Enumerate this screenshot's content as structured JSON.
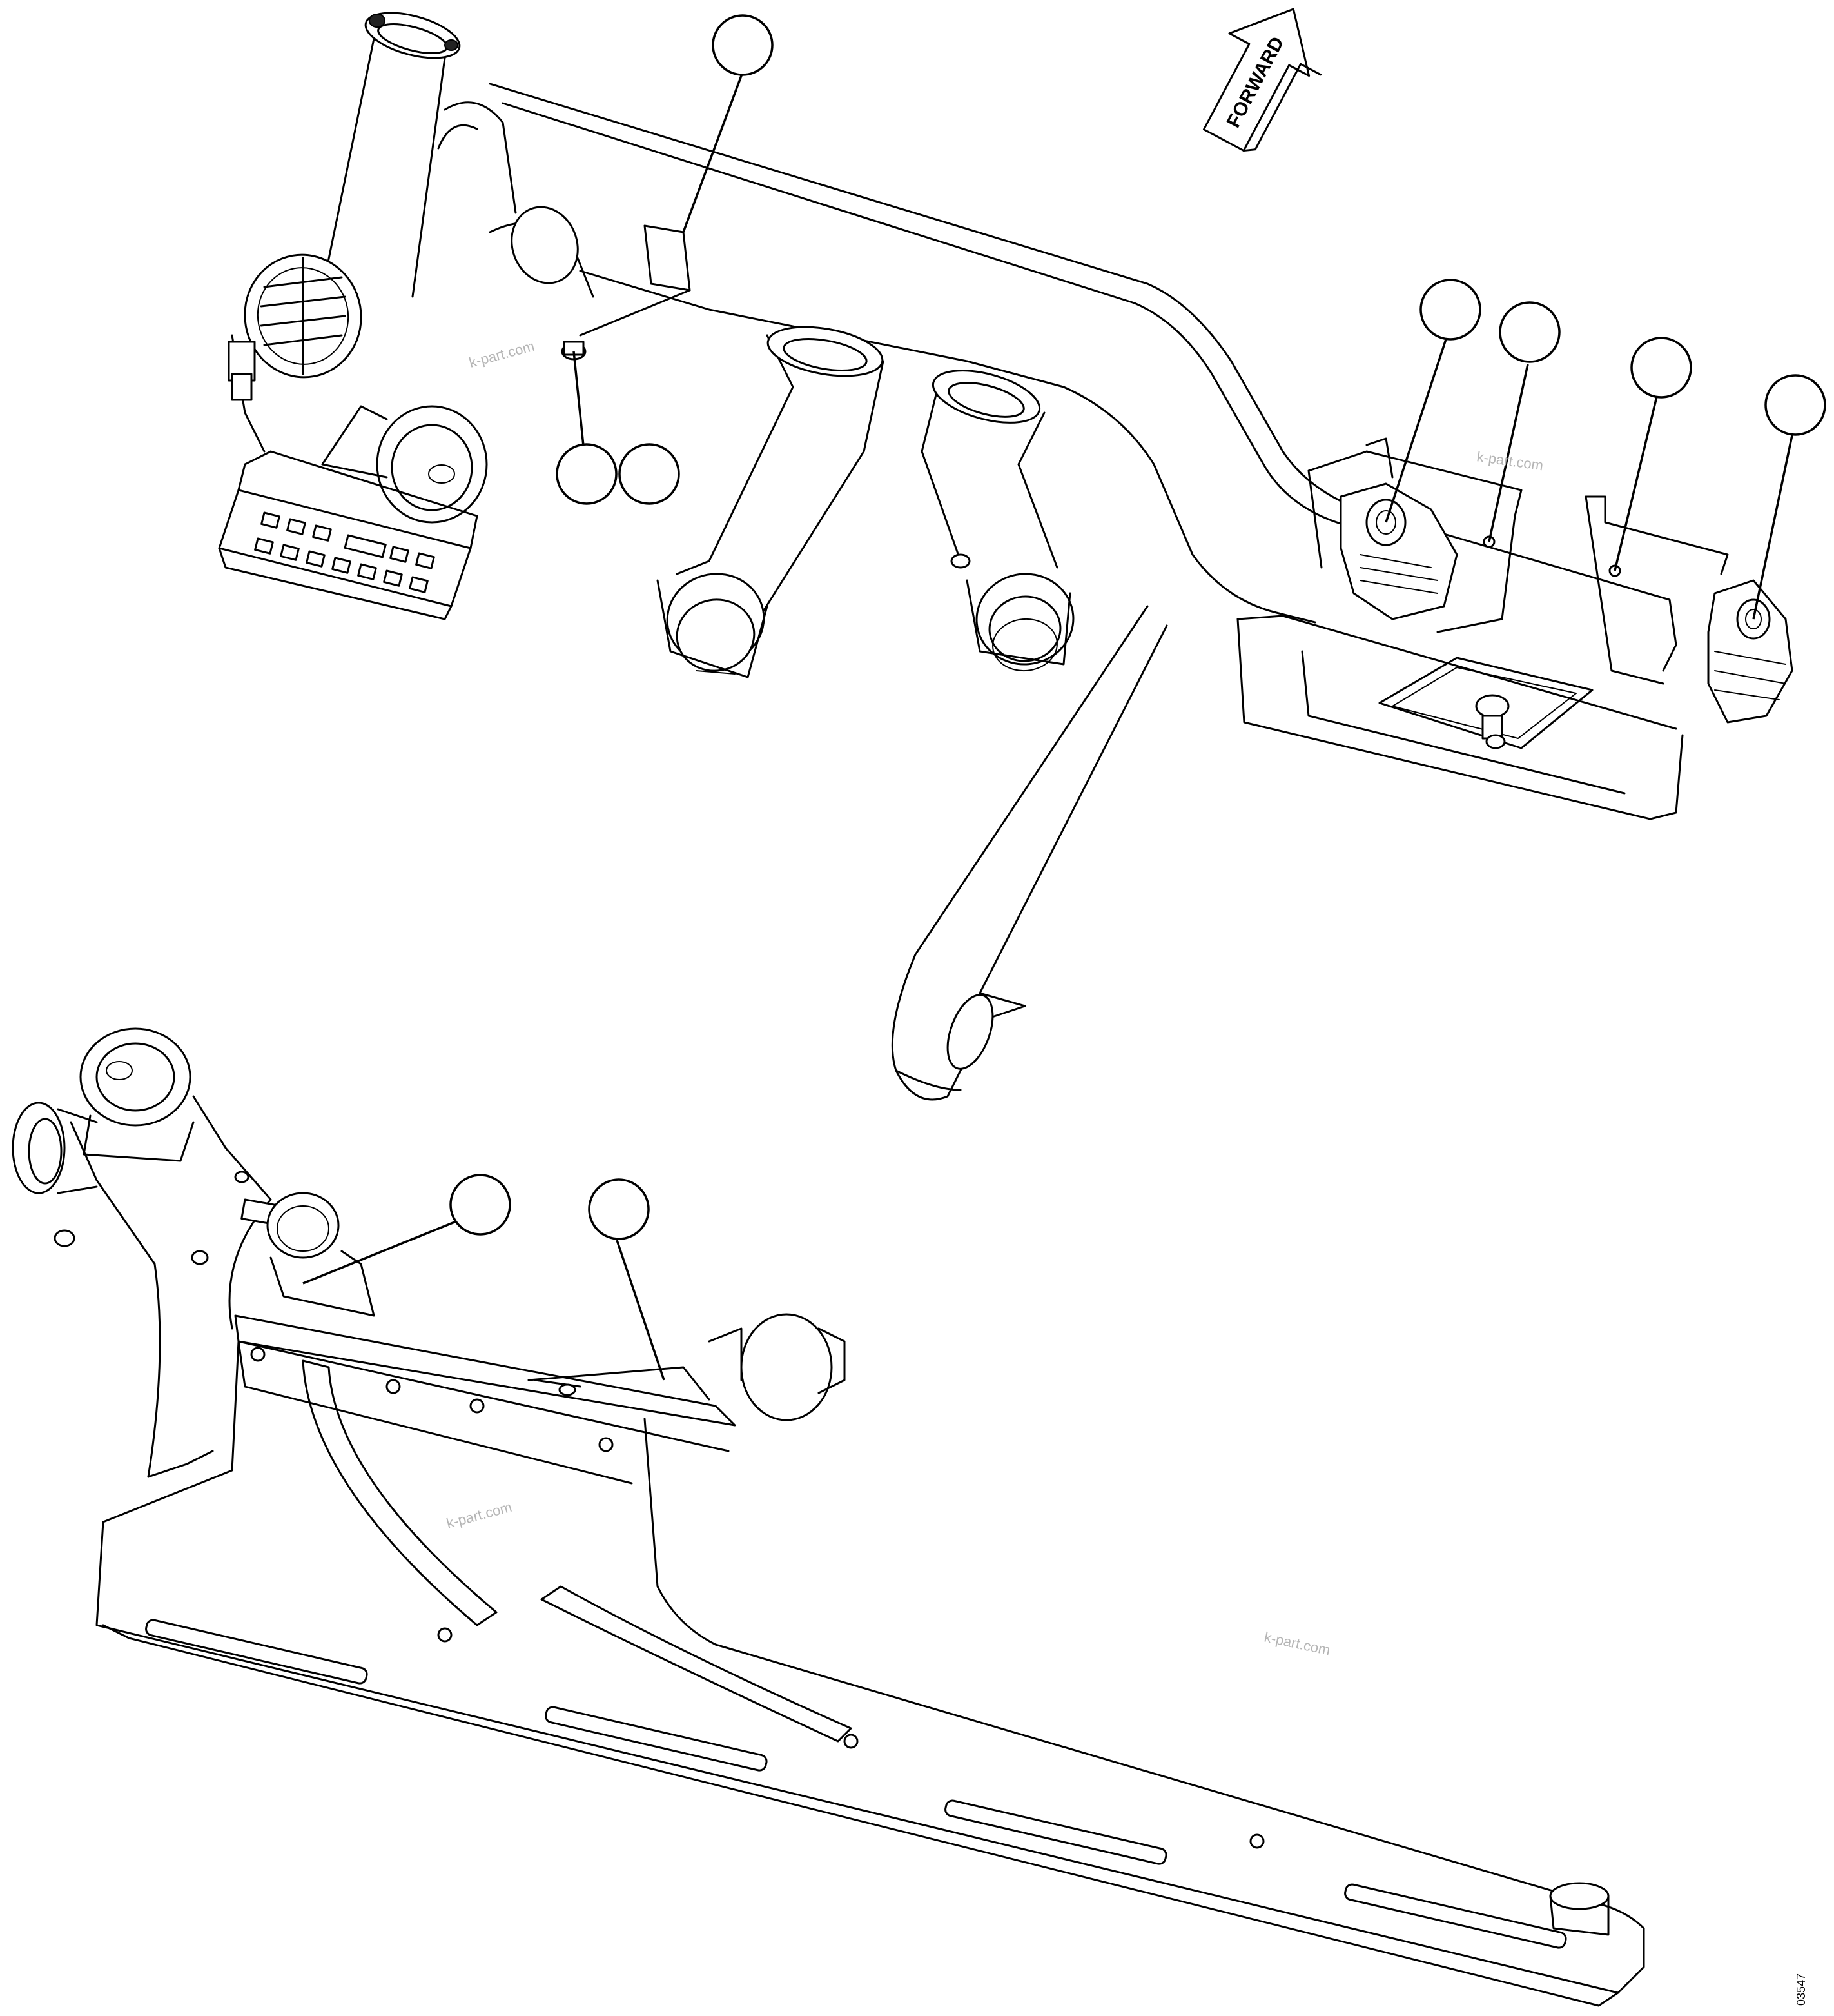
{
  "direction_label": "FORWARD",
  "watermarks": [
    "k-part.com",
    "k-part.com",
    "k-part.com",
    "k-part.com"
  ],
  "figure_id": "03547",
  "callouts": [
    "",
    "",
    "",
    "",
    "",
    "",
    "",
    "",
    "",
    ""
  ]
}
